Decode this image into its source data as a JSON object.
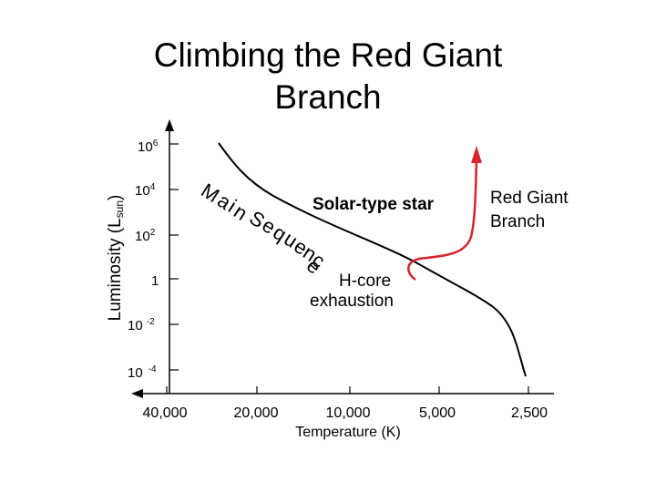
{
  "title_line1": "Climbing the Red Giant",
  "title_line2": "Branch",
  "axes": {
    "ylabel_main": "Luminosity (L",
    "ylabel_sub": "sun",
    "ylabel_close": ")",
    "xlabel": "Temperature (K)",
    "y_ticks": [
      {
        "base": "10",
        "exp": "6"
      },
      {
        "base": "10",
        "exp": "4"
      },
      {
        "base": "10",
        "exp": "2"
      },
      {
        "base": "1",
        "exp": ""
      },
      {
        "base": "10",
        "exp": "-2"
      },
      {
        "base": "10",
        "exp": "-4"
      }
    ],
    "x_ticks": [
      "40,000",
      "20,000",
      "10,000",
      "5,000",
      "2,500"
    ]
  },
  "labels": {
    "main_sequence": "Main Sequence",
    "star": "Solar-type star",
    "red_giant_line1": "Red Giant",
    "red_giant_line2": "Branch",
    "hcore_line1": "H-core",
    "hcore_line2": "exhaustion"
  },
  "colors": {
    "track": "#d6242f",
    "ink": "#000000"
  }
}
